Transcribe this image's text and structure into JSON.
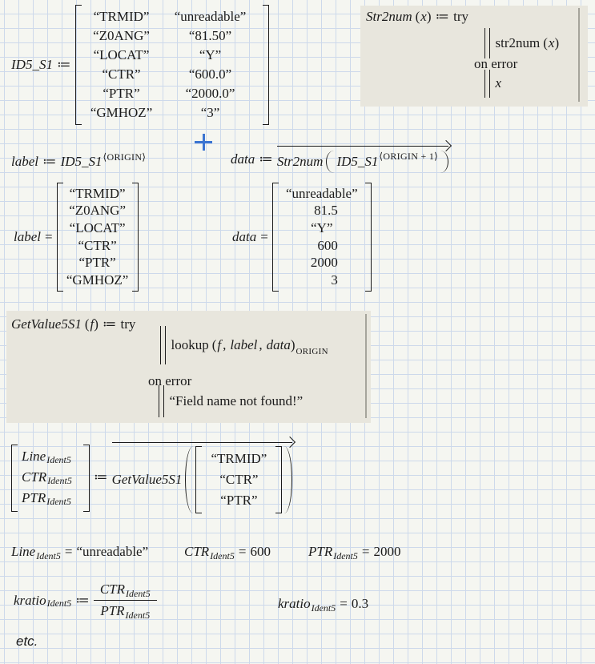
{
  "palette": {
    "accent_blue": "#3b74d1",
    "box_beige": "#e8e6dd",
    "grid_blue": "#cdd9eb",
    "text": "#1b1b1b"
  },
  "id5_def": {
    "lhs": "ID5_S1",
    "assign": "≔",
    "rows": [
      {
        "label": "“TRMID”",
        "value": "“unreadable”"
      },
      {
        "label": "“Z0ANG”",
        "value": "“81.50”"
      },
      {
        "label": "“LOCAT”",
        "value": "“Y”"
      },
      {
        "label": "“CTR”",
        "value": "“600.0”"
      },
      {
        "label": "“PTR”",
        "value": "“2000.0”"
      },
      {
        "label": "“GMHOZ”",
        "value": "“3”"
      }
    ]
  },
  "str2num_def": {
    "fname": "Str2num",
    "arg_open": "(",
    "arg": "x",
    "arg_close": ")",
    "assign": "≔",
    "kw_try": "try",
    "body_fn": "str2num",
    "body_open": "(",
    "body_arg": "x",
    "body_close": ")",
    "kw_on_error": "on error",
    "fallback": "x"
  },
  "label_def": {
    "lhs": "label",
    "assign": "≔",
    "rhs": "ID5_S1",
    "sup": "⟨ORIGIN⟩"
  },
  "data_def": {
    "lhs": "data",
    "assign": "≔",
    "fn": "Str2num",
    "arg": "ID5_S1",
    "sup": "⟨ORIGIN + 1⟩"
  },
  "label_eval": {
    "lhs": "label",
    "equals": "=",
    "values": [
      "“TRMID”",
      "“Z0ANG”",
      "“LOCAT”",
      "“CTR”",
      "“PTR”",
      "“GMHOZ”"
    ]
  },
  "data_eval": {
    "lhs": "data",
    "equals": "=",
    "values": [
      "“unreadable”",
      "81.5",
      "“Y”",
      "600",
      "2000",
      "3"
    ]
  },
  "getvalue_def": {
    "fname": "GetValue5S1",
    "arg_open": "(",
    "arg": "f",
    "arg_close": ")",
    "assign": "≔",
    "kw_try": "try",
    "body_fn": "lookup",
    "body_open": "(",
    "p1": "f",
    "comma1": ",",
    "p2": "label",
    "comma2": ",",
    "p3": "data",
    "body_close": ")",
    "subscript": "ORIGIN",
    "kw_on_error": "on error",
    "fallback": "“Field name not found!”"
  },
  "vector_assign": {
    "assign": "≔",
    "fn": "GetValue5S1",
    "lhs_rows": [
      {
        "base": "Line",
        "sub": "Ident5"
      },
      {
        "base": "CTR",
        "sub": "Ident5"
      },
      {
        "base": "PTR",
        "sub": "Ident5"
      }
    ],
    "arg_rows": [
      "“TRMID”",
      "“CTR”",
      "“PTR”"
    ]
  },
  "results": [
    {
      "base": "Line",
      "sub": "Ident5",
      "equals": "=",
      "value": "“unreadable”"
    },
    {
      "base": "CTR",
      "sub": "Ident5",
      "equals": "=",
      "value": "600"
    },
    {
      "base": "PTR",
      "sub": "Ident5",
      "equals": "=",
      "value": "2000"
    }
  ],
  "kratio_def": {
    "base": "kratio",
    "sub": "Ident5",
    "assign": "≔",
    "num_base": "CTR",
    "num_sub": "Ident5",
    "den_base": "PTR",
    "den_sub": "Ident5"
  },
  "kratio_eval": {
    "base": "kratio",
    "sub": "Ident5",
    "equals": "=",
    "value": "0.3"
  },
  "footer": {
    "etc": "etc."
  }
}
